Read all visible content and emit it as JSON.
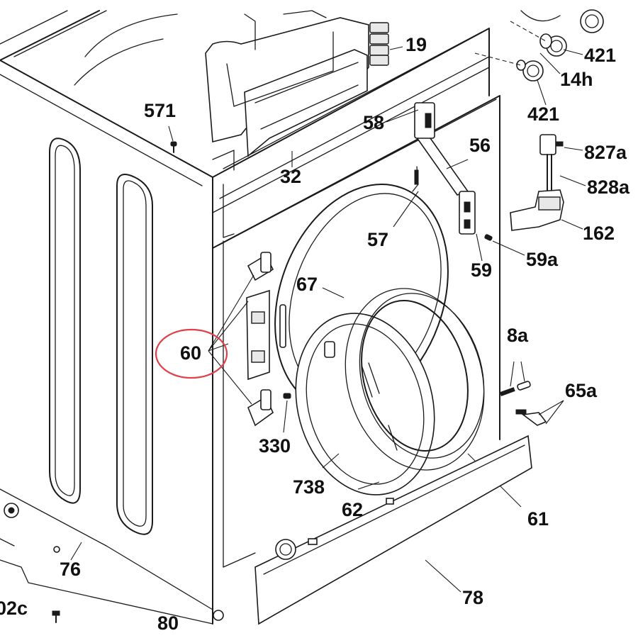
{
  "callouts": {
    "p571": "571",
    "p32": "32",
    "p19": "19",
    "p58": "58",
    "p56": "56",
    "p57": "57",
    "p59": "59",
    "p59a": "59a",
    "p421a": "421",
    "p14h": "14h",
    "p421b": "421",
    "p827a": "827a",
    "p828a": "828a",
    "p162": "162",
    "p67": "67",
    "p60": "60",
    "p330": "330",
    "p738": "738",
    "p62": "62",
    "p61": "61",
    "p8a": "8a",
    "p65a": "65a",
    "p76": "76",
    "p78": "78",
    "p80": "80",
    "p02c": "02c"
  },
  "highlight": {
    "target": "60",
    "color": "#e0404a"
  }
}
